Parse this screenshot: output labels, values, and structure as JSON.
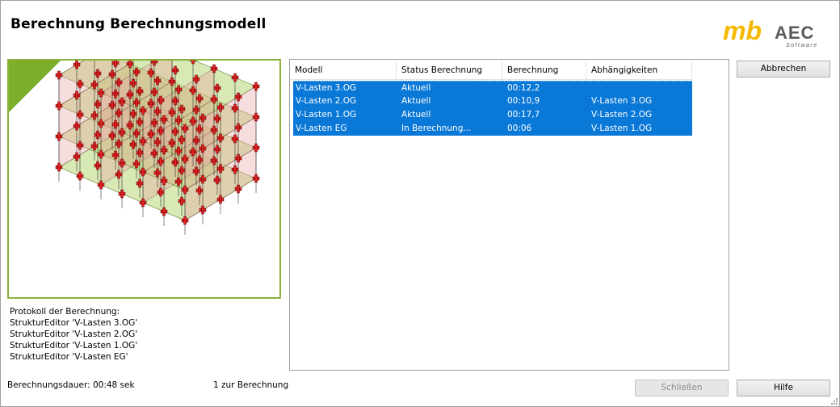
{
  "window": {
    "title": "Berechnung Berechnungsmodell"
  },
  "brand": {
    "logo_mb": "mb",
    "logo_aec": "AEC",
    "logo_sub": "Software",
    "color_mb": "#f5b800",
    "color_aec": "#5a5a5a"
  },
  "protocol": {
    "heading": "Protokoll der Berechnung:",
    "lines": [
      "StrukturEditor 'V-Lasten 3.OG'",
      "StrukturEditor 'V-Lasten 2.OG'",
      "StrukturEditor 'V-Lasten 1.OG'",
      "StrukturEditor 'V-Lasten EG'"
    ]
  },
  "footer": {
    "duration": "Berechnungsdauer: 00:48 sek",
    "count": "1 zur Berechnung"
  },
  "table": {
    "columns": [
      "Modell",
      "Status Berechnung",
      "Berechnung",
      "Abhängigkeiten"
    ],
    "rows": [
      [
        "V-Lasten 3.OG",
        "Aktuell",
        "00:12,2",
        ""
      ],
      [
        "V-Lasten 2.OG",
        "Aktuell",
        "00:10,9",
        "V-Lasten 3.OG"
      ],
      [
        "V-Lasten 1.OG",
        "Aktuell",
        "00:17,7",
        "V-Lasten 2.OG"
      ],
      [
        "V-Lasten EG",
        "In Berechnung...",
        "00:06",
        "V-Lasten 1.OG"
      ]
    ],
    "selection_color": "#0a78d7"
  },
  "buttons": {
    "cancel": "Abbrechen",
    "close": "Schließen",
    "help": "Hilfe"
  },
  "preview": {
    "accent_color": "#7cae2a",
    "slab_color": "#b9d77a",
    "column_color": "#e02020"
  }
}
